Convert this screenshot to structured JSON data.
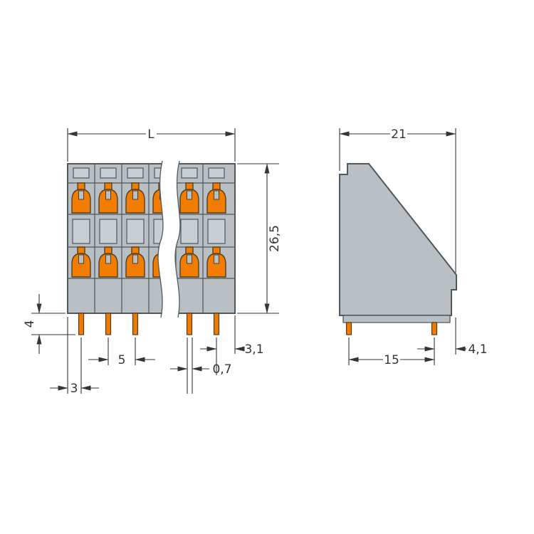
{
  "drawing": {
    "front_view": {
      "length_label": "L",
      "height_mm": "26,5",
      "pin_length_mm": "4",
      "pitch_mm": "5",
      "edge_to_pin_mm": "3",
      "pin_width_mm": "0,7",
      "pin_to_edge_mm": "3,1"
    },
    "side_view": {
      "depth_mm": "21",
      "pin_spacing_mm": "15",
      "pin_to_rear_mm": "4,1"
    },
    "colors": {
      "body_fill": "#b9bfc3",
      "body_outline": "#4e585f",
      "slot_fill": "#c8ced2",
      "clamp_fill": "#f07d00",
      "clamp_outline": "#503f27",
      "pin_fill": "#ee7b00",
      "dimension_line": "#30363a",
      "background": "#ffffff"
    }
  }
}
